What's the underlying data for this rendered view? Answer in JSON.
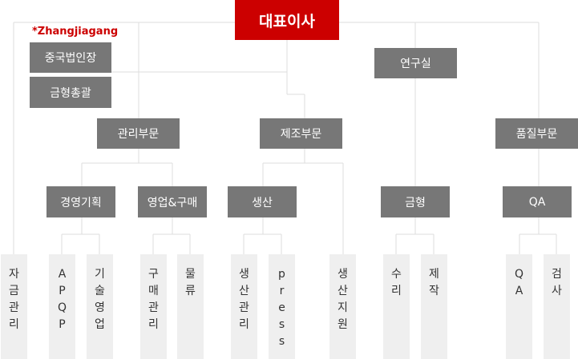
{
  "ceo": "대표이사",
  "note": "*Zhangjiagang",
  "boxes": {
    "china_head": "중국법인장",
    "mold_head": "금형총괄",
    "research": "연구실",
    "mgmt": "관리부문",
    "prod": "제조부문",
    "quality": "품질부문",
    "planning": "경영기획",
    "sales": "영업&구매",
    "production": "생산",
    "mold": "금형",
    "qa": "QA"
  },
  "columns": [
    {
      "id": "funds",
      "label": "자금관리"
    },
    {
      "id": "apqp",
      "label": "APQP"
    },
    {
      "id": "tech-sales",
      "label": "기술영업"
    },
    {
      "id": "purchase",
      "label": "구매관리"
    },
    {
      "id": "logistics",
      "label": "물류"
    },
    {
      "id": "prod-mgmt",
      "label": "생산관리"
    },
    {
      "id": "press",
      "label": "press"
    },
    {
      "id": "prod-support",
      "label": "생산지원"
    },
    {
      "id": "repair",
      "label": "수리"
    },
    {
      "id": "making",
      "label": "제작"
    },
    {
      "id": "qa-col",
      "label": "QA"
    },
    {
      "id": "inspect",
      "label": "검사"
    }
  ],
  "colors": {
    "ceo": "#cc0000",
    "box": "#777777",
    "column": "#efefef",
    "line": "#dddddd"
  }
}
